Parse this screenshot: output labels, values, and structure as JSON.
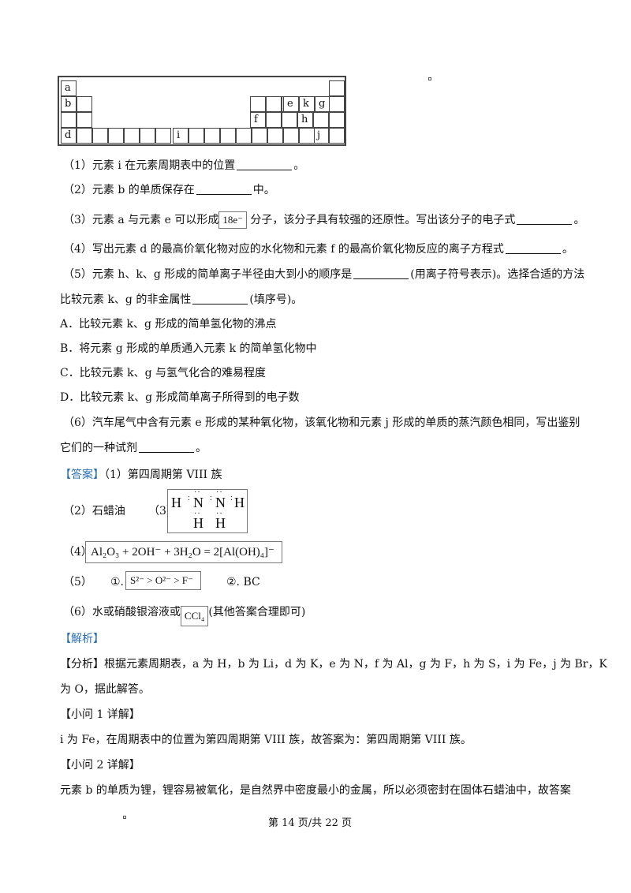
{
  "top_mark": "▫",
  "table": {
    "cells": [
      {
        "label": "a"
      },
      {
        "label": "b"
      },
      {
        "label": ""
      },
      {
        "label": "d"
      },
      {
        "label": ""
      },
      {
        "label": ""
      },
      {
        "label": ""
      },
      {
        "label": ""
      },
      {
        "label": ""
      },
      {
        "label": ""
      },
      {
        "label": ""
      },
      {
        "label": ""
      },
      {
        "label": "i"
      },
      {
        "label": ""
      },
      {
        "label": ""
      },
      {
        "label": ""
      },
      {
        "label": ""
      },
      {
        "label": ""
      },
      {
        "label": ""
      },
      {
        "label": ""
      },
      {
        "label": ""
      },
      {
        "label": "e"
      },
      {
        "label": "k"
      },
      {
        "label": "g"
      },
      {
        "label": "f"
      },
      {
        "label": "h"
      },
      {
        "label": "j"
      }
    ]
  },
  "q1": {
    "pre": "（1）元素  i 在元素周期表中的位置",
    "post": "。"
  },
  "q2": {
    "pre": "（2）元素  b 的单质保存在",
    "post": "中。"
  },
  "q3": {
    "pre": "（3）元素  a 与元素  e 可以形成",
    "boxed": "18e⁻",
    "post": " 分子，该分子具有较强的还原性。写出该分子的电子式",
    "end": "。"
  },
  "q4": {
    "pre": "（4）写出元素  d 的最高价氧化物对应的水化物和元素  f 的最高价氧化物反应的离子方程式",
    "end": "。"
  },
  "q5": {
    "line1_pre": "（5）元素  h、k、g 形成的简单离子半径由大到小的顺序是",
    "line1_post": "(用离子符号表示)。选择合适的方法",
    "line2_pre": "比较元素  k、g 的非金属性",
    "line2_post": "(填序号)。"
  },
  "options": {
    "a": "A．比较元素  k、g 形成的简单氢化物的沸点",
    "b": "B．将元素  g 形成的单质通入元素  k 的简单氢化物中",
    "c": "C．比较元素  k、g 与氢气化合的难易程度",
    "d": "D．比较元素  k、g 形成简单离子所得到的电子数"
  },
  "q6": {
    "line1": "（6）汽车尾气中含有元素  e 形成的某种氧化物，该氧化物和元素  j 形成的单质的蒸汽颜色相同，写出鉴别",
    "line2_pre": "它们的一种试剂",
    "line2_post": "。"
  },
  "answer": {
    "tag": "【答案】",
    "a1": "（1）第四周期第  VIII 族",
    "a2": "（2）石蜡油",
    "a3": "（3）",
    "lewis": {
      "h1": "H",
      "n1": "N",
      "n2": "N",
      "h2": "H",
      "h3": "H",
      "h4": "H"
    },
    "a4": "（4）",
    "a4_eq": "Al₂O₃ + 2OH⁻ + 3H₂O = 2[Al(OH)₄]⁻",
    "a5": "（5）",
    "a5_part1": "①.",
    "a5_ions": "S²⁻ > O²⁻ > F⁻",
    "a5_part2": "②. BC",
    "a6_pre": "（6）水或硝酸银溶液或",
    "a6_boxed": "CCl₄",
    "a6_post": "(其他答案合理即可)"
  },
  "analysis": {
    "tag": "【解析】",
    "intro_line1": "【分析】根据元素周期表，a 为  H，b 为  Li，d 为  K，e 为  N，f 为  Al，g 为  F，h 为  S，i 为  Fe，j 为  Br，K",
    "intro_line2": "为  O，据此解答。",
    "sub1_title": "【小问  1 详解】",
    "sub1_text": "i 为  Fe，在周期表中的位置为第四周期第  VIII 族，故答案为：第四周期第  VIII 族。",
    "sub2_title": "【小问  2 详解】",
    "sub2_text": "元素  b 的单质为锂，锂容易被氧化，是自然界中密度最小的金属，所以必须密封在固体石蜡油中，故答案"
  },
  "footer": {
    "page": "第  14 页/共  22 页",
    "mark": "▫"
  }
}
